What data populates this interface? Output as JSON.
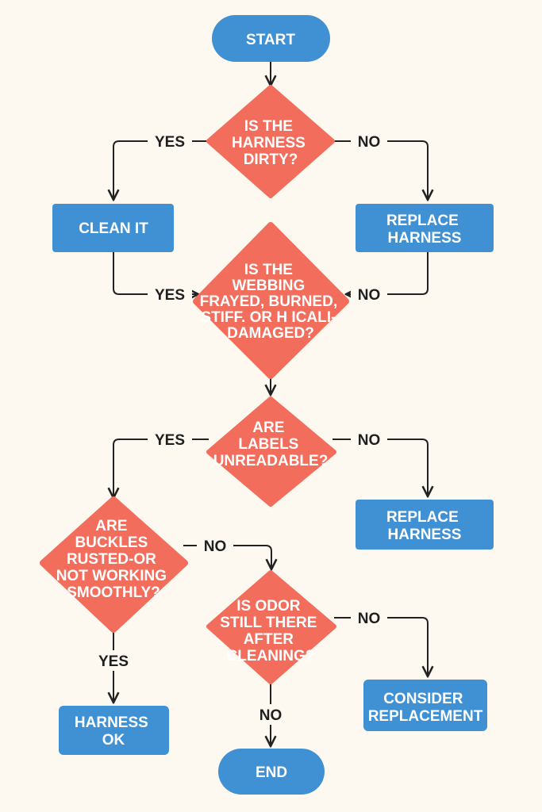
{
  "colors": {
    "background": "#fdf9f1",
    "process": "#3f91d4",
    "decision": "#f26d5b",
    "connector": "#222222",
    "node_text": "#ffffff",
    "edge_text": "#1f1f1f"
  },
  "nodes": {
    "start": {
      "lines": [
        "START"
      ]
    },
    "q_dirty": {
      "lines": [
        "IS THE",
        "HARNESS",
        "DIRTY?"
      ]
    },
    "clean_it": {
      "lines": [
        "CLEAN IT"
      ]
    },
    "replace_harness_1": {
      "lines": [
        "REPLACE",
        "HARNESS"
      ]
    },
    "q_webbing": {
      "lines": [
        "IS THE",
        "WEBBING",
        "FRAYED, BURNED,",
        "STIFF. OR H ICALI-",
        "DAMAGED?"
      ]
    },
    "q_labels": {
      "lines": [
        "ARE",
        "LABELS",
        "UNREADABLE?"
      ]
    },
    "replace_harness_2": {
      "lines": [
        "REPLACE",
        "HARNESS"
      ]
    },
    "q_buckles": {
      "lines": [
        "ARE",
        "BUCKLES",
        "RUSTED-OR",
        "NOT WORKING",
        "SMOOTHLY?"
      ]
    },
    "q_odor": {
      "lines": [
        "IS ODOR",
        "STILL THERE",
        "AFTER",
        "CLEANING?"
      ]
    },
    "consider_replacement": {
      "lines": [
        "CONSIDER",
        "REPLACEMENT"
      ]
    },
    "harness_ok": {
      "lines": [
        "HARNESS",
        "OK"
      ]
    },
    "end": {
      "lines": [
        "END"
      ]
    }
  },
  "edge_labels": {
    "dirty_yes": "YES",
    "dirty_no": "NO",
    "webbing_yes": "YES",
    "webbing_no": "NO",
    "labels_yes": "YES",
    "labels_no": "NO",
    "buckles_no": "NO",
    "buckles_yes": "YES",
    "odor_no_right": "NO",
    "odor_no_down": "NO"
  }
}
